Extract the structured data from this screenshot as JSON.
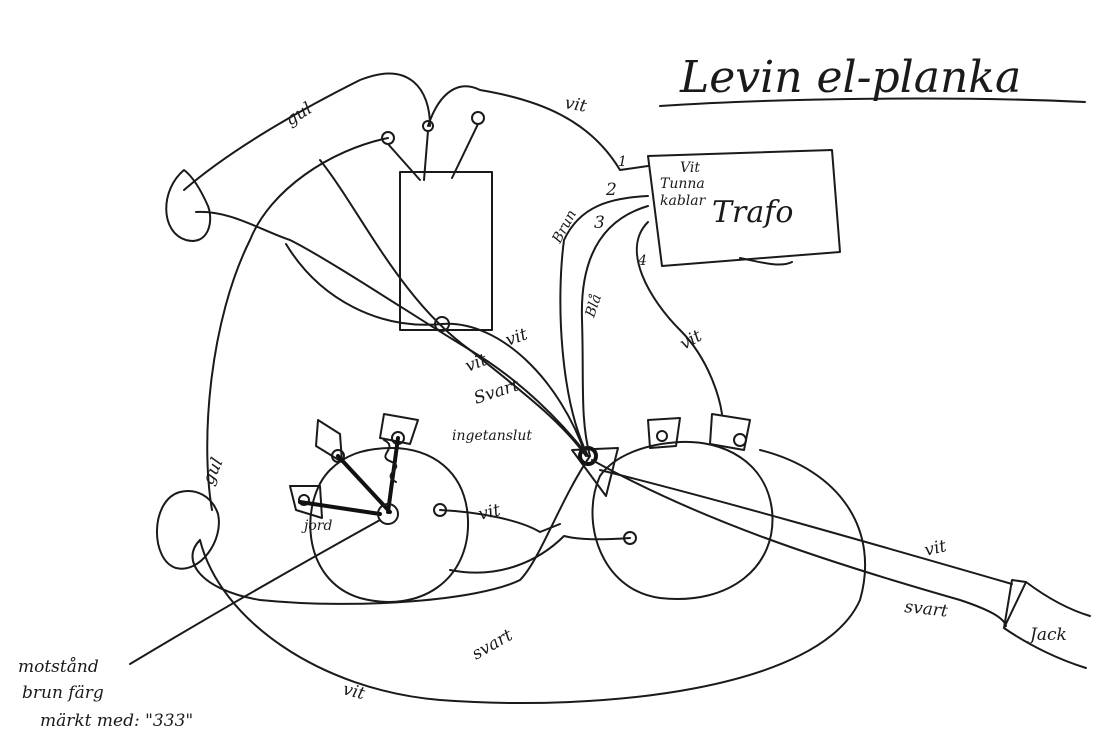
{
  "title": "Levin el-planka",
  "trafo": {
    "label": "Trafo",
    "note_line1": "Vit",
    "note_line2": "Tunna",
    "note_line3": "kablar",
    "terminals": [
      "1",
      "2",
      "3",
      "4"
    ]
  },
  "wire_labels": {
    "gul_top": "gul",
    "vit_top": "vit",
    "brun": "Brun",
    "bla": "Blå",
    "vit_trafo": "vit",
    "vit_center1": "vit",
    "vit_center2": "vit",
    "svart_center": "Svart",
    "gul_left": "gul",
    "vit_pot": "vit",
    "svart_bottom": "svart",
    "vit_bottom": "vit",
    "vit_jack": "vit",
    "svart_jack": "svart"
  },
  "pot_labels": {
    "ingen_anslutning": "ingetanslut",
    "jord": "jord"
  },
  "jack_label": "Jack",
  "note": {
    "line1": "motstånd",
    "line2": "brun färg",
    "line3": "märkt med: \"333\""
  },
  "colors": {
    "ink": "#1a1a1a",
    "paper": "#ffffff"
  }
}
